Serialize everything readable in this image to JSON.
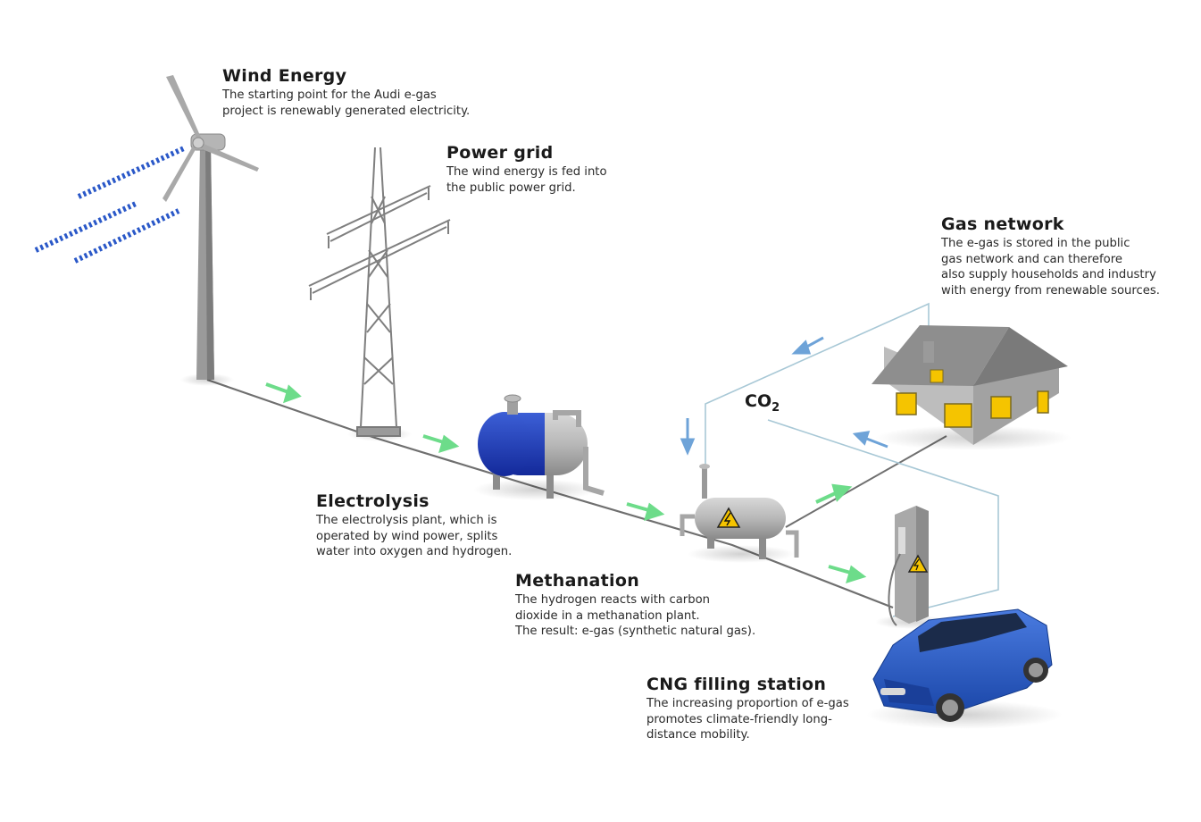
{
  "colors": {
    "arrow_green": "#6ddc8a",
    "arrow_blue": "#6ea3d8",
    "tank_blue": "#1f3fb0",
    "car_blue": "#2458c4",
    "window_yellow": "#f5c400",
    "pipe_blue": "#a8c8d6",
    "structure_gray": "#8c8c8c"
  },
  "icons": {
    "turbine": "wind-turbine-icon",
    "pylon": "power-pylon-icon",
    "electrolysis": "electrolysis-tank-icon",
    "methanation": "methanation-tank-icon",
    "house": "house-icon",
    "station": "cng-pump-icon",
    "car": "car-icon",
    "hazard": "high-voltage-warning-icon"
  },
  "labels": {
    "wind": {
      "title": "Wind Energy",
      "lines": [
        "The starting point for the Audi e-gas",
        "project is renewably generated electricity."
      ]
    },
    "grid": {
      "title": "Power grid",
      "lines": [
        "The wind energy is fed into",
        "the public power grid."
      ]
    },
    "gas": {
      "title": "Gas network",
      "lines": [
        "The e-gas is stored in the public",
        "gas network and can therefore",
        "also supply households and industry",
        "with energy from renewable sources."
      ]
    },
    "electrolysis": {
      "title": "Electrolysis",
      "lines": [
        "The electrolysis plant, which is",
        "operated by wind power, splits",
        "water into oxygen and hydrogen."
      ]
    },
    "methanation": {
      "title": "Methanation",
      "lines": [
        "The hydrogen reacts with carbon",
        "dioxide in a methanation plant.",
        "The result: e-gas (synthetic natural gas)."
      ]
    },
    "cng": {
      "title": "CNG filling station",
      "lines": [
        "The increasing proportion of e-gas",
        "promotes climate-friendly long-",
        "distance mobility."
      ]
    },
    "co2": {
      "main": "CO",
      "sub": "2"
    }
  }
}
